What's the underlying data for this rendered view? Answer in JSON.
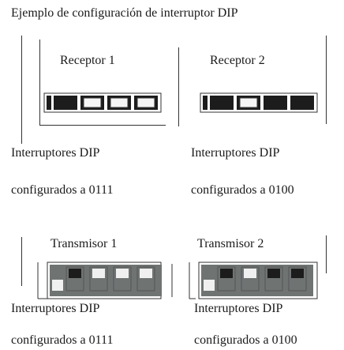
{
  "title": "Ejemplo de configuración de interruptor DIP",
  "receivers": [
    {
      "name": "Receptor 1",
      "caption_line1": "Interruptores DIP",
      "caption_line2": "configurados a 0111",
      "bits": [
        0,
        1,
        1,
        1
      ]
    },
    {
      "name": "Receptor 2",
      "caption_line1": "Interruptores DIP",
      "caption_line2": "configurados a 0100",
      "bits": [
        0,
        1,
        0,
        0
      ]
    }
  ],
  "transmitters": [
    {
      "name": "Transmisor 1",
      "caption_line1": "Interruptores DIP",
      "caption_line2": "configurados a 0111",
      "bits": [
        0,
        1,
        1,
        1
      ]
    },
    {
      "name": "Transmisor 2",
      "caption_line1": "Interruptores DIP",
      "caption_line2": "configurados a 0100",
      "bits": [
        0,
        1,
        0,
        0
      ]
    }
  ],
  "colors": {
    "line": "#333333",
    "switch_dark": "#1c1c1c",
    "switch_light": "#f5f5f5",
    "tx_body": "#6f7473",
    "tx_panel": "#f0f0f0"
  }
}
